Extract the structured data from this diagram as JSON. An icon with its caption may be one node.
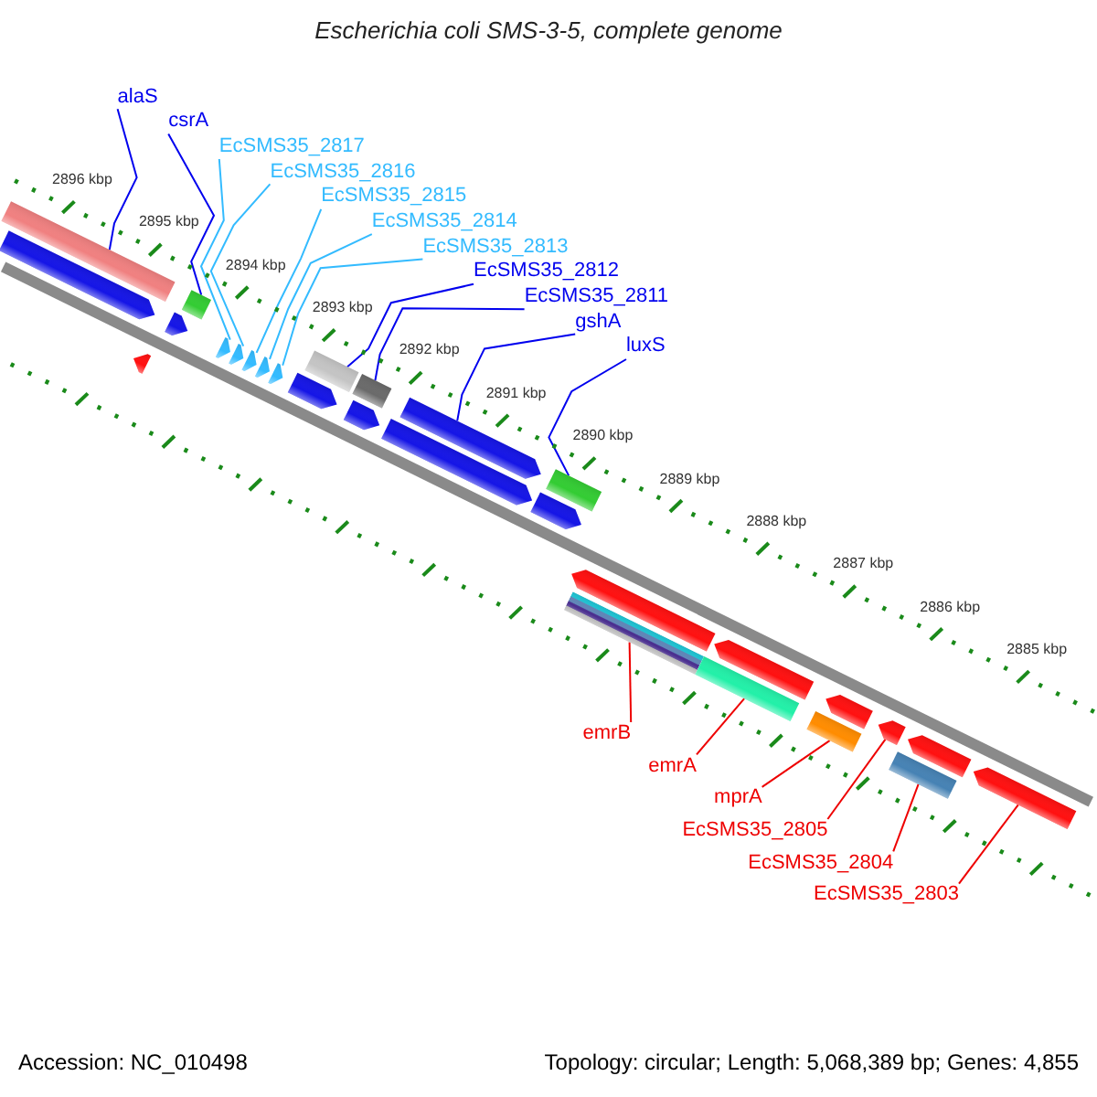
{
  "diagram": {
    "title": "Escherichia coli SMS-3-5, complete genome",
    "nodes": [
      {
        "text": [
          "alaS"
        ]
      },
      {
        "text": [
          "csrA"
        ]
      },
      {
        "text": [
          "EcSMS35_2817"
        ]
      },
      {
        "text": [
          "EcSMS35_2816"
        ]
      },
      {
        "text": [
          "EcSMS35_2815"
        ]
      },
      {
        "text": [
          "EcSMS35_2814"
        ]
      },
      {
        "text": [
          "EcSMS35_2813"
        ]
      },
      {
        "text": [
          "EcSMS35_2812"
        ]
      },
      {
        "text": [
          "EcSMS35_2811"
        ]
      },
      {
        "text": [
          "gshA"
        ]
      },
      {
        "text": [
          "luxS"
        ]
      },
      {
        "text": [],
        "shape": "bar"
      },
      {
        "text": [],
        "shape": "arrow"
      },
      {
        "text": [],
        "shape": "arrow"
      },
      {
        "text": [],
        "shape": "arrow"
      },
      {
        "text": [],
        "shape": "bar"
      },
      {
        "text": [],
        "shape": "arrow"
      },
      {
        "text": [],
        "shape": "arrow"
      },
      {
        "text": [],
        "shape": "arrow"
      },
      {
        "text": [],
        "shape": "arrow"
      },
      {
        "text": [],
        "shape": "arrow"
      },
      {
        "text": [],
        "shape": "arrow"
      },
      {
        "text": [],
        "shape": "bar"
      },
      {
        "text": [],
        "shape": "bar"
      },
      {
        "text": [],
        "shape": "arrow"
      },
      {
        "text": [],
        "shape": "arrow"
      },
      {
        "text": [],
        "shape": "arrow"
      },
      {
        "text": [],
        "shape": "arrow"
      },
      {
        "text": [],
        "shape": "bar"
      },
      {
        "text": [],
        "shape": "arrow"
      },
      {
        "text": [],
        "shape": "bar"
      },
      {
        "text": [],
        "shape": "bar"
      },
      {
        "text": [],
        "shape": "arrow"
      },
      {
        "text": [],
        "shape": "bar"
      },
      {
        "text": [],
        "shape": "arrow"
      },
      {
        "text": [],
        "shape": "arrow"
      },
      {
        "text": [],
        "shape": "bar"
      },
      {
        "text": [],
        "shape": "arrow"
      },
      {
        "text": [],
        "shape": "arrow"
      },
      {
        "text": [
          "emrB"
        ]
      },
      {
        "text": [
          "emrA"
        ]
      },
      {
        "text": [
          "mprA"
        ]
      },
      {
        "text": [
          "EcSMS35_2805"
        ]
      },
      {
        "text": [
          "EcSMS35_2804"
        ]
      },
      {
        "text": [
          "EcSMS35_2803"
        ]
      }
    ],
    "edges": [
      {
        "from": 0,
        "to": 11,
        "arrow": "none"
      },
      {
        "from": 1,
        "to": 15,
        "arrow": "none"
      },
      {
        "from": 2,
        "to": 16,
        "arrow": "none",
        "color": "#33bbff"
      },
      {
        "from": 3,
        "to": 17,
        "arrow": "none",
        "color": "#33bbff"
      },
      {
        "from": 4,
        "to": 18,
        "arrow": "none",
        "color": "#33bbff"
      },
      {
        "from": 5,
        "to": 19,
        "arrow": "none",
        "color": "#33bbff"
      },
      {
        "from": 6,
        "to": 20,
        "arrow": "none",
        "color": "#33bbff"
      },
      {
        "from": 7,
        "to": 22,
        "arrow": "none"
      },
      {
        "from": 8,
        "to": 23,
        "arrow": "none"
      },
      {
        "from": 9,
        "to": 26,
        "arrow": "none"
      },
      {
        "from": 10,
        "to": 28,
        "arrow": "none"
      },
      {
        "from": 39,
        "to": 30,
        "arrow": "none",
        "color": "#ee0000"
      },
      {
        "from": 40,
        "to": 31,
        "arrow": "none",
        "color": "#ee0000"
      },
      {
        "from": 41,
        "to": 33,
        "arrow": "none",
        "color": "#ee0000"
      },
      {
        "from": 42,
        "to": 35,
        "arrow": "none",
        "color": "#ee0000"
      },
      {
        "from": 43,
        "to": 36,
        "arrow": "none",
        "color": "#ee0000"
      },
      {
        "from": 44,
        "to": 38,
        "arrow": "none",
        "color": "#ee0000"
      }
    ],
    "labels": [
      "2896 kbp",
      "2895 kbp",
      "2894 kbp",
      "2893 kbp",
      "2892 kbp",
      "2891 kbp",
      "2890 kbp",
      "2889 kbp",
      "2888 kbp",
      "2887 kbp",
      "2886 kbp",
      "2885 kbp",
      "Accession: NC_010498",
      "Topology: circular; Length: 5,068,389 bp; Genes: 4,855"
    ]
  }
}
